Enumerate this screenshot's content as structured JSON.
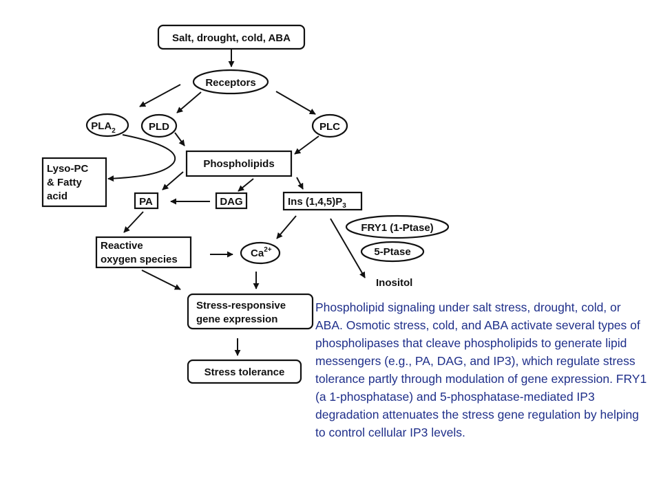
{
  "diagram": {
    "nodes": {
      "stimulus": "Salt, drought, cold, ABA",
      "receptors": "Receptors",
      "pla2": "PLA",
      "pla2_sub": "2",
      "pld": "PLD",
      "plc": "PLC",
      "phospholipids": "Phospholipids",
      "lyso_line1": "Lyso-PC",
      "lyso_line2": "& Fatty",
      "lyso_line3": "acid",
      "pa": "PA",
      "dag": "DAG",
      "ip3": "Ins (1,4,5)P",
      "ip3_sub": "3",
      "fry1": "FRY1 (1-Ptase)",
      "ptase5": "5-Ptase",
      "ros_line1": "Reactive",
      "ros_line2": "oxygen species",
      "ca": "Ca",
      "ca_sup": "2+",
      "inositol": "Inositol",
      "gene_line1": "Stress-responsive",
      "gene_line2": "gene expression",
      "tolerance": "Stress tolerance"
    }
  },
  "caption": "Phospholipid signaling under salt stress, drought, cold, or ABA. Osmotic stress, cold, and ABA activate several types of phospholipases that cleave phospholipids to generate lipid messengers (e.g., PA, DAG, and IP3), which regulate stress tolerance partly through modulation of gene expression. FRY1 (a 1-phosphatase) and 5-phosphatase-mediated IP3 degradation attenuates the stress gene regulation by helping to control cellular IP3 levels.",
  "colors": {
    "caption": "#1f2f8a",
    "ink": "#111111"
  }
}
